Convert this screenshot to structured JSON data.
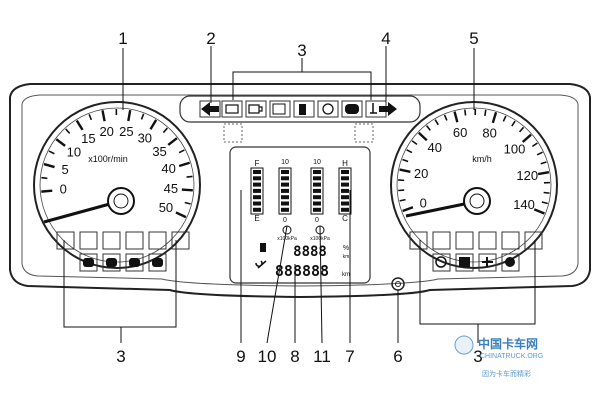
{
  "callouts": {
    "c1": "1",
    "c2": "2",
    "c3_top": "3",
    "c4": "4",
    "c5": "5",
    "c3_bottom_left": "3",
    "c9": "9",
    "c10": "10",
    "c8": "8",
    "c11": "11",
    "c7": "7",
    "c6": "6",
    "c3_bottom_right": "3"
  },
  "tachometer": {
    "ticks": [
      "0",
      "5",
      "10",
      "15",
      "20",
      "25",
      "30",
      "35",
      "40",
      "45",
      "50"
    ],
    "unit": "x100r/min"
  },
  "speedometer": {
    "ticks": [
      "0",
      "20",
      "40",
      "60",
      "80",
      "100",
      "120",
      "140"
    ],
    "unit": "km/h"
  },
  "center_display": {
    "fuel_full": "F",
    "fuel_empty": "E",
    "temp_hot": "H",
    "temp_cold": "C",
    "air1_top": "10",
    "air1_bottom": "0",
    "air2_top": "10",
    "air2_bottom": "0",
    "air1_unit": "x100kPa",
    "air2_unit": "x100kPa",
    "trip_value": "8888",
    "trip_unit": "%",
    "trip_unit2": "km",
    "odo_value": "888888",
    "odo_unit": "km"
  },
  "watermark": {
    "main": "中国卡车网",
    "latin": "CHINATRUCK.ORG",
    "sub": "因为卡车而精彩"
  }
}
